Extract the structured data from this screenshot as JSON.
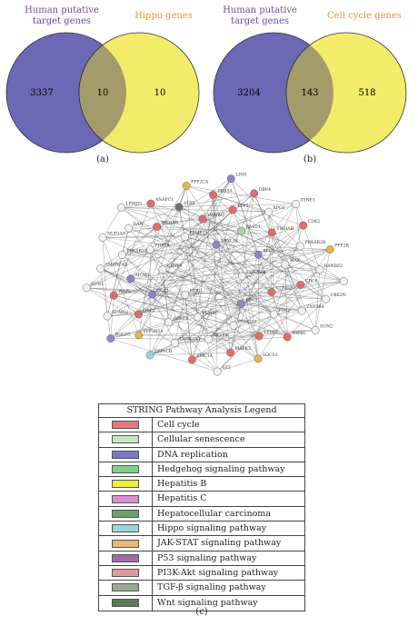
{
  "venn_a": {
    "left_label": "Human putative\ntarget genes",
    "right_label": "Hippo genes",
    "left_only": "3337",
    "overlap": "10",
    "right_only": "10",
    "panel": "(a)",
    "left_color": "#6b68b5",
    "right_color": "#f2ec6a",
    "overlap_color": "#a39c6a",
    "left_label_color": "#6e48a0",
    "right_label_color": "#e59a2a"
  },
  "venn_b": {
    "left_label": "Human putative\ntarget genes",
    "right_label": "Cell cycle genes",
    "left_only": "3204",
    "overlap": "143",
    "right_only": "518",
    "panel": "(b)",
    "left_color": "#6b68b5",
    "right_color": "#f2ec6a",
    "overlap_color": "#a39c6a",
    "left_label_color": "#6e48a0",
    "right_label_color": "#e59a2a"
  },
  "network": {
    "nodes": [
      {
        "label": "CDKN2B",
        "color": "#f0f0f0"
      },
      {
        "label": "BTRC",
        "color": "#f0f0f0"
      },
      {
        "label": "FBXL18",
        "color": "#8a86c9"
      },
      {
        "label": "RFC1",
        "color": "#8a86c9"
      },
      {
        "label": "CHTF8",
        "color": "#f0f0f0"
      },
      {
        "label": "RFC3",
        "color": "#8a86c9"
      },
      {
        "label": "PSMD7",
        "color": "#f0f0f0"
      },
      {
        "label": "PSMB1",
        "color": "#f0f0f0"
      },
      {
        "label": "CCND2",
        "color": "#e36b6b"
      },
      {
        "label": "CUL1",
        "color": "#8a86c9"
      },
      {
        "label": "RAD21",
        "color": "#a5d6a0"
      },
      {
        "label": "PSMD10",
        "color": "#f0f0f0"
      },
      {
        "label": "PHF20",
        "color": "#f0f0f0"
      },
      {
        "label": "MAX",
        "color": "#f0f0f0"
      },
      {
        "label": "GINS3",
        "color": "#f0f0f0"
      },
      {
        "label": "YWHAQ",
        "color": "#e36b6b"
      },
      {
        "label": "PIM2",
        "color": "#f0f0f0"
      },
      {
        "label": "MCM2",
        "color": "#8a86c9"
      },
      {
        "label": "YWHAH",
        "color": "#e36b6b"
      },
      {
        "label": "AKAP9",
        "color": "#f0f0f0"
      },
      {
        "label": "YWHAG",
        "color": "#e36b6b"
      },
      {
        "label": "CDC6",
        "color": "#e36b6b"
      },
      {
        "label": "ORC2",
        "color": "#e36b6b"
      },
      {
        "label": "E2F2",
        "color": "#e36b6b"
      },
      {
        "label": "TFDP2",
        "color": "#e36b6b"
      },
      {
        "label": "PRKAR2A",
        "color": "#f0f0f0"
      },
      {
        "label": "PRKAR2B",
        "color": "#f0f0f0"
      },
      {
        "label": "CSNK2A1",
        "color": "#f0f0f0"
      },
      {
        "label": "ATRX",
        "color": "#6e6e6e"
      },
      {
        "label": "ZNF384",
        "color": "#f0f0f0"
      },
      {
        "label": "WAPL",
        "color": "#e36b6b"
      },
      {
        "label": "XPO1",
        "color": "#f0f0f0"
      },
      {
        "label": "MAPK3",
        "color": "#e36b6b"
      },
      {
        "label": "RAN",
        "color": "#f0f0f0"
      },
      {
        "label": "RANBP2",
        "color": "#f0f0f0"
      },
      {
        "label": "PPP2R5A",
        "color": "#e8b64a"
      },
      {
        "label": "PDS5A",
        "color": "#e36b6b"
      },
      {
        "label": "NIPBL",
        "color": "#e36b6b"
      },
      {
        "label": "SMARCA5",
        "color": "#f0f0f0"
      },
      {
        "label": "CDK2",
        "color": "#e36b6b"
      },
      {
        "label": "SMC1A",
        "color": "#e36b6b"
      },
      {
        "label": "ANAPC1",
        "color": "#e36b6b"
      },
      {
        "label": "UBE2N",
        "color": "#f0f0f0"
      },
      {
        "label": "SUMO2",
        "color": "#f0f0f0"
      },
      {
        "label": "DBF4",
        "color": "#e36b6b"
      },
      {
        "label": "SOCS3",
        "color": "#e8b64a"
      },
      {
        "label": "NUP153",
        "color": "#f0f0f0"
      },
      {
        "label": "PPP2R2A",
        "color": "#e8b64a"
      },
      {
        "label": "PPP1CB",
        "color": "#9ad6d8"
      },
      {
        "label": "PPP2CA",
        "color": "#e8b64a"
      },
      {
        "label": "SUN2",
        "color": "#f0f0f0"
      },
      {
        "label": "SUN1",
        "color": "#f0f0f0"
      },
      {
        "label": "SYNE1",
        "color": "#f0f0f0"
      },
      {
        "label": "SET",
        "color": "#f0f0f0"
      },
      {
        "label": "LEMD3",
        "color": "#f0f0f0"
      },
      {
        "label": "LBR",
        "color": "#f0f0f0"
      },
      {
        "label": "BOLD3",
        "color": "#8a86c9"
      },
      {
        "label": "LIN9",
        "color": "#8a86c9"
      }
    ]
  },
  "legend": {
    "title": "STRING Pathway Analysis Legend",
    "panel": "(c)",
    "items": [
      {
        "label": "Cell cycle",
        "color": "#e87878"
      },
      {
        "label": "Cellular senescence",
        "color": "#c7e6c0"
      },
      {
        "label": "DNA replication",
        "color": "#7b78c4"
      },
      {
        "label": "Hedgehog signaling pathway",
        "color": "#7ed08a"
      },
      {
        "label": "Hepatitis B",
        "color": "#eeee3a"
      },
      {
        "label": "Hepatitis C",
        "color": "#d98fd0"
      },
      {
        "label": "Hepatocellular carcinoma",
        "color": "#6fa06c"
      },
      {
        "label": "Hippo signaling pathway",
        "color": "#9ad6d8"
      },
      {
        "label": "JAK-STAT signaling pathway",
        "color": "#e8b878"
      },
      {
        "label": "P53 signaling pathway",
        "color": "#a06aa8"
      },
      {
        "label": "PI3K-Akt signaling pathway",
        "color": "#e09aa0"
      },
      {
        "label": "TGF-β signaling pathway",
        "color": "#9aaa92"
      },
      {
        "label": "Wnt signaling pathway",
        "color": "#5c7a5a"
      }
    ]
  }
}
